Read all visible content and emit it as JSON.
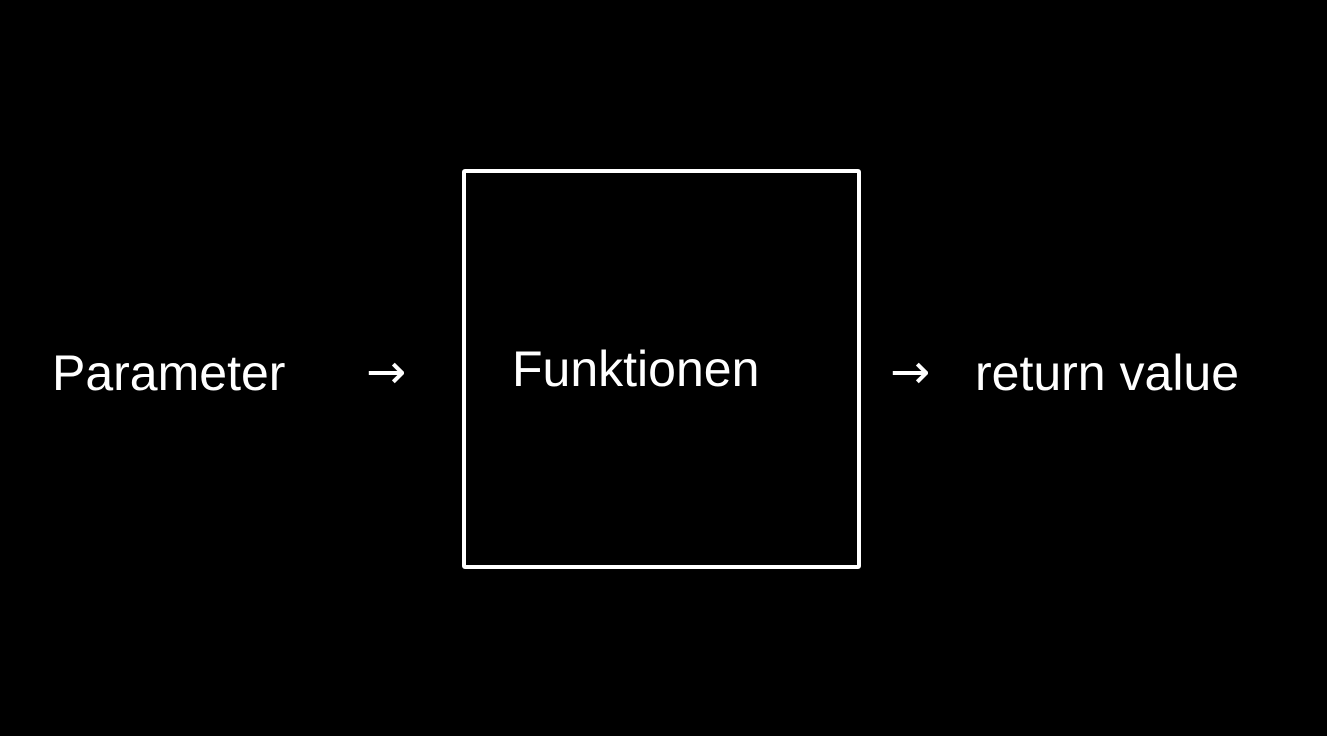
{
  "diagram": {
    "input_label": "Parameter",
    "function_label": "Funktionen",
    "output_label": "return value",
    "arrow_glyph": "→"
  },
  "colors": {
    "background": "#000000",
    "foreground": "#ffffff"
  }
}
